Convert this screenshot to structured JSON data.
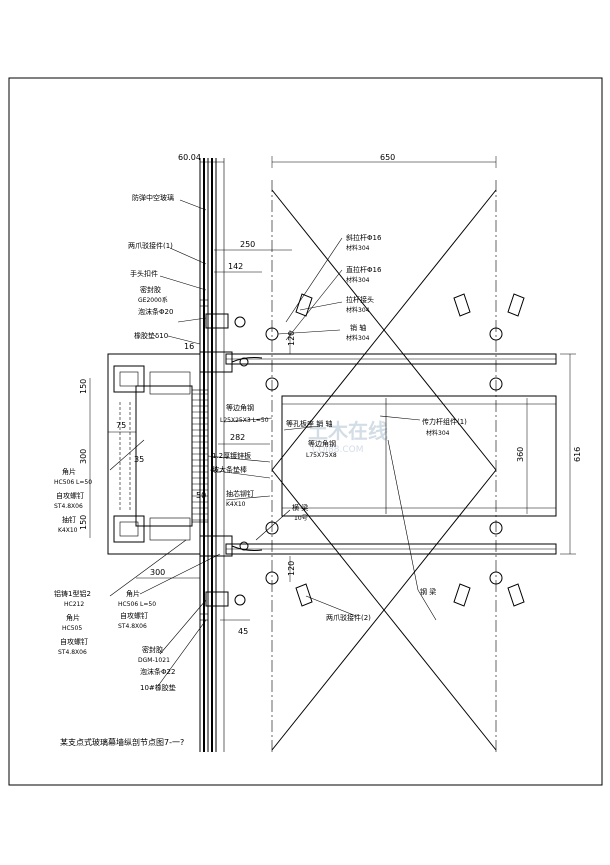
{
  "caption": "某支点式玻璃幕墙纵剖节点图7-一?",
  "watermark": {
    "main": "土木在线",
    "sub": "COI88.COM"
  },
  "dimensions": {
    "top_left": "60.04",
    "top_span": "650",
    "d250": "250",
    "d142": "142",
    "d16": "16",
    "d120_top": "120",
    "d150_top": "150",
    "d75": "75",
    "d300_left": "300",
    "d35": "35",
    "d282": "282",
    "d50": "50",
    "d150_bottom": "150",
    "d300_bottom": "300",
    "d120_bottom": "120",
    "d45": "45",
    "d360": "360",
    "d616": "616"
  },
  "labels": {
    "glass": "防弹中空玻璃",
    "claw_top": "两爪驳接件(1)",
    "hand_screw": "手头扣件",
    "sealant": "密封胶",
    "sealant_spec": "GE2000系",
    "foam": "泡沫条Φ20",
    "rubber_pad": "橡胶垫δ10",
    "rod16_a": "斜拉杆Φ16",
    "rod16_a_mat": "材料304",
    "rod16_b": "直拉杆Φ16",
    "rod16_b_mat": "材料304",
    "rod_joint": "拉杆接头",
    "rod_joint_mat": "材料304",
    "pin": "销 轴",
    "pin_mat": "材料304",
    "angle_a": "等边角钢",
    "angle_a_spec": "L25X25X3 L=50",
    "pinbase": "等孔板座 销 轴",
    "angle_b": "等边角钢",
    "angle_b_spec": "L75X75X8",
    "truss": "传力杆组件(1)",
    "truss_mat": "材料304",
    "galv": "1.2厚镀锌板",
    "board": "玻大条垫棒",
    "rivet": "抽芯铆钉",
    "rivet_spec": "K4X10",
    "beam": "横 梁",
    "beam_spec": "10号",
    "steel_beam": "钢 梁",
    "left_1": "角片",
    "left_1_spec": "HC506 L=50",
    "left_2": "自攻螺钉",
    "left_2_spec": "ST4.8X06",
    "left_3": "抽钉",
    "left_3_spec": "K4X10",
    "left_4": "铝铸1型铝2",
    "left_4_spec": "HC212",
    "left_5": "角片",
    "left_5_spec": "HC505",
    "left_6": "自攻螺钉",
    "left_6_spec": "ST4.8X06",
    "mid_1": "角片",
    "mid_1_spec": "HC506 L=50",
    "mid_2": "自攻螺钉",
    "mid_2_spec": "ST4.8X06",
    "claw_bottom": "两爪驳接件(2)",
    "sealant2": "密封胶",
    "sealant2_spec": "DGM-1021",
    "foam2": "泡沫条Φ22",
    "rubber2": "10#橡胶垫"
  }
}
